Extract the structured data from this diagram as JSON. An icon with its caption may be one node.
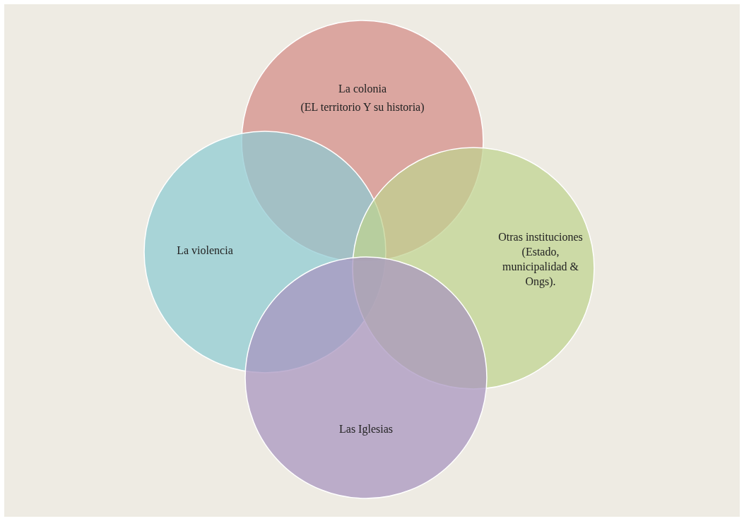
{
  "diagram": {
    "nodes": [
      {
        "text": [
          "La colonia",
          "(EL territorio Y su historia)"
        ]
      },
      {
        "text": [
          "La violencia"
        ]
      },
      {
        "text": [
          "Otras instituciones (Estado, municipalidad & Ongs)."
        ]
      },
      {
        "text": [
          "Las Iglesias"
        ]
      }
    ]
  }
}
